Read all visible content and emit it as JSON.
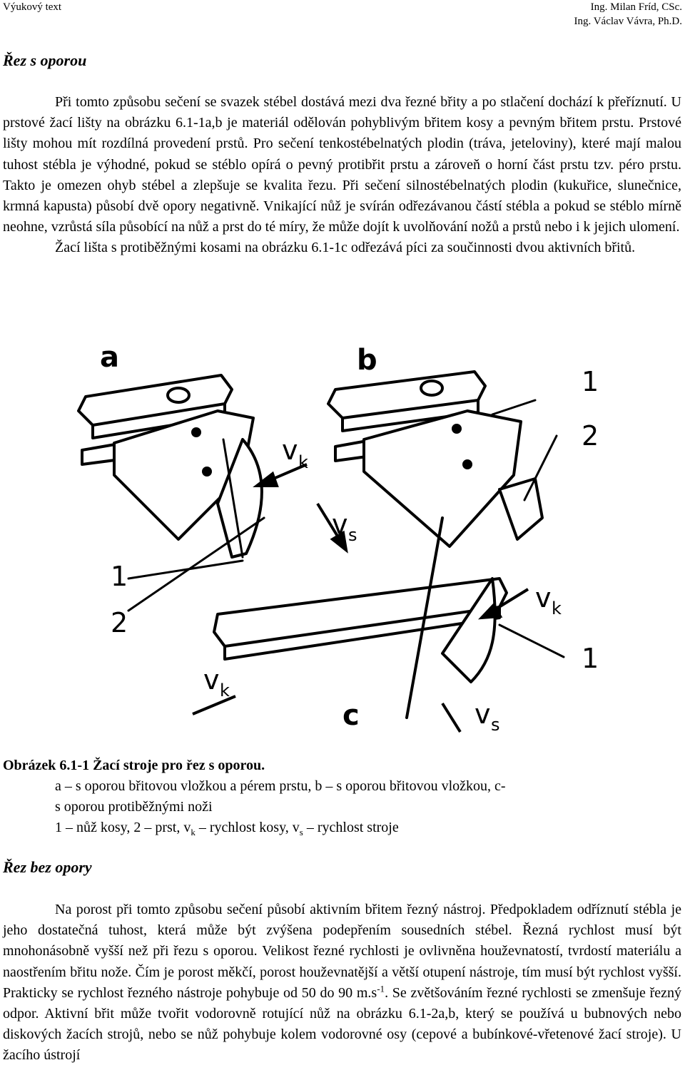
{
  "header": {
    "left": "Výukový text",
    "author1": "Ing. Milan Fríd, CSc.",
    "author2": "Ing. Václav Vávra, Ph.D."
  },
  "section1": {
    "title": "Řez s oporou",
    "p1": "Při tomto způsobu sečení se svazek stébel dostává mezi dva řezné břity a po stlačení dochází k přeříznutí. U prstové žací lišty na obrázku 6.1-1a,b je materiál odělován pohyblivým břitem kosy a pevným břitem prstu. Prstové lišty mohou mít rozdílná provedení prstů. Pro sečení tenkostébelnatých plodin (tráva, jeteloviny), které mají malou tuhost stébla je výhodné, pokud se stéblo opírá o pevný protibřit prstu a zároveň o horní část prstu tzv. péro prstu. Takto je omezen ohyb stébel a zlepšuje se kvalita řezu. Při sečení silnostébelnatých plodin (kukuřice, slunečnice, krmná kapusta) působí dvě opory negativně. Vnikající nůž je svírán odřezávanou částí stébla a pokud se stéblo mírně neohne, vzrůstá síla působící na nůž a prst do té míry, že může dojít k uvolňování nožů a prstů nebo i k jejich ulomení.",
    "p2": "Žací lišta s protiběžnými kosami na obrázku 6.1-1c odřezává píci za součinnosti dvou aktivních břitů."
  },
  "figure": {
    "labels": {
      "a": "a",
      "b": "b",
      "c": "c",
      "one": "1",
      "two": "2",
      "v": "v",
      "k": "k",
      "s": "s"
    }
  },
  "caption": {
    "title": "Obrázek 6.1-1 Žací stroje pro řez s oporou.",
    "line1": "a – s oporou břitovou vložkou a pérem prstu, b – s oporou břitovou vložkou, c-",
    "line2": "s oporou protiběžnými noži",
    "line3_a": "1 – nůž kosy, 2 – prst, v",
    "line3_sub1": "k",
    "line3_b": " – rychlost kosy, v",
    "line3_sub2": "s",
    "line3_c": " – rychlost stroje"
  },
  "section2": {
    "title": "Řez bez opory",
    "p1_a": "Na porost při tomto způsobu sečení působí aktivním břitem řezný nástroj. Předpokladem odříznutí stébla je jeho dostatečná tuhost, která může být zvýšena podepřením sousedních stébel. Řezná rychlost musí být mnohonásobně vyšší než při řezu s oporou. Velikost řezné rychlosti je ovlivněna houževnatostí, tvrdostí materiálu a naostřením břitu nože. Čím je porost měkčí, porost houževnatější a větší otupení nástroje, tím musí být rychlost vyšší. Prakticky se rychlost řezného nástroje pohybuje od 50 do  90 m.s",
    "p1_sup": "-1",
    "p1_b": ". Se zvětšováním řezné rychlosti se zmenšuje řezný odpor. Aktivní břit může tvořit vodorovně rotující nůž na obrázku 6.1-2a,b, který se používá u bubnových nebo diskových žacích strojů, nebo se nůž pohybuje kolem vodorovné osy  (cepové a bubínkové-vřetenové žací stroje). U žacího ústrojí"
  }
}
